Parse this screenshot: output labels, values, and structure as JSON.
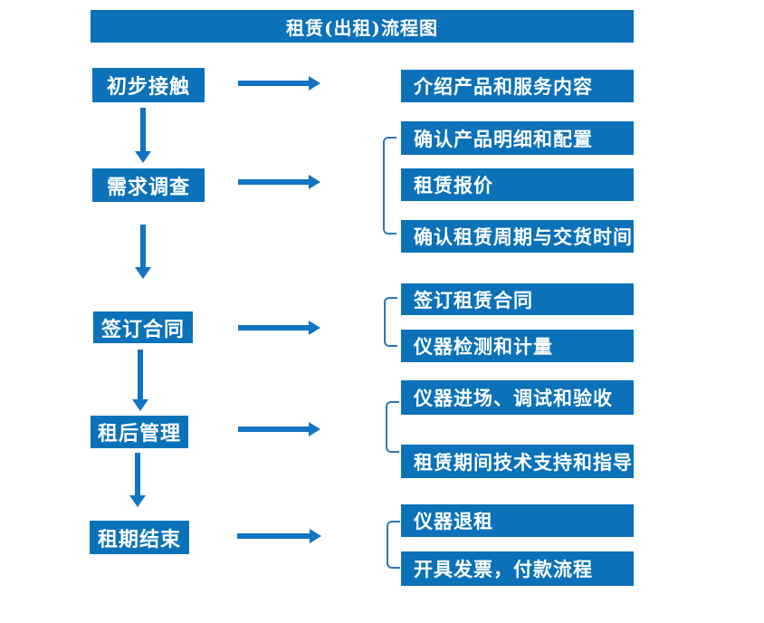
{
  "title": "租赁(出租)流程图",
  "colors": {
    "primary": "#0B72B9",
    "arrow": "#1274C2",
    "bracket": "#2E75B6",
    "text_on_primary": "#FFFFFF",
    "background": "#FFFFFF"
  },
  "icons": {
    "right_arrow": "right-arrow",
    "down_arrow": "down-arrow",
    "group_bracket": "left-bracket"
  },
  "steps": [
    {
      "label": "初步接触",
      "details": [
        "介绍产品和服务内容"
      ]
    },
    {
      "label": "需求调查",
      "details": [
        "确认产品明细和配置",
        "租赁报价",
        "确认租赁周期与交货时间"
      ]
    },
    {
      "label": "签订合同",
      "details": [
        "签订租赁合同",
        "仪器检测和计量"
      ]
    },
    {
      "label": "租后管理",
      "details": [
        "仪器进场、调试和验收",
        "租赁期间技术支持和指导"
      ]
    },
    {
      "label": "租期结束",
      "details": [
        "仪器退租",
        "开具发票，付款流程"
      ]
    }
  ]
}
